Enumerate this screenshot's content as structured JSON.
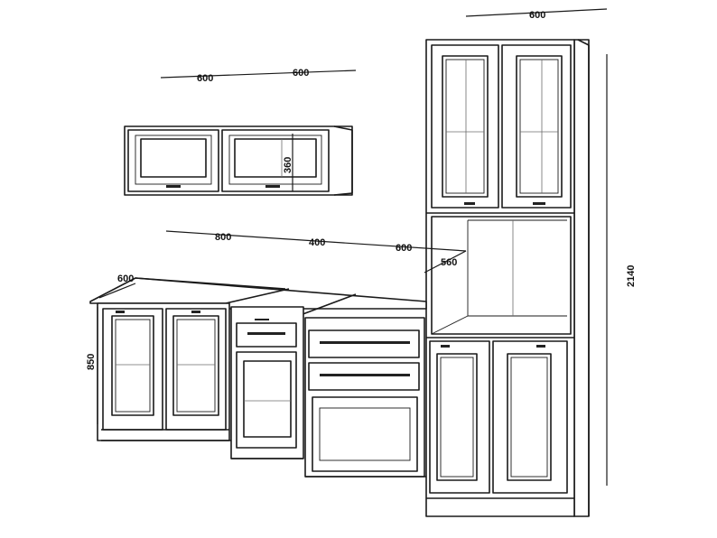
{
  "diagram": {
    "subject": "kitchen-cabinet-set",
    "dimension_labels": {
      "wall_left_width": "600",
      "wall_right_width": "600",
      "wall_height": "360",
      "tall_width": "600",
      "tall_height": "2140",
      "niche_depth": "560",
      "base_left_width": "800",
      "base_middle_width": "400",
      "base_right_width": "600",
      "countertop_depth": "600",
      "base_height": "850"
    }
  }
}
